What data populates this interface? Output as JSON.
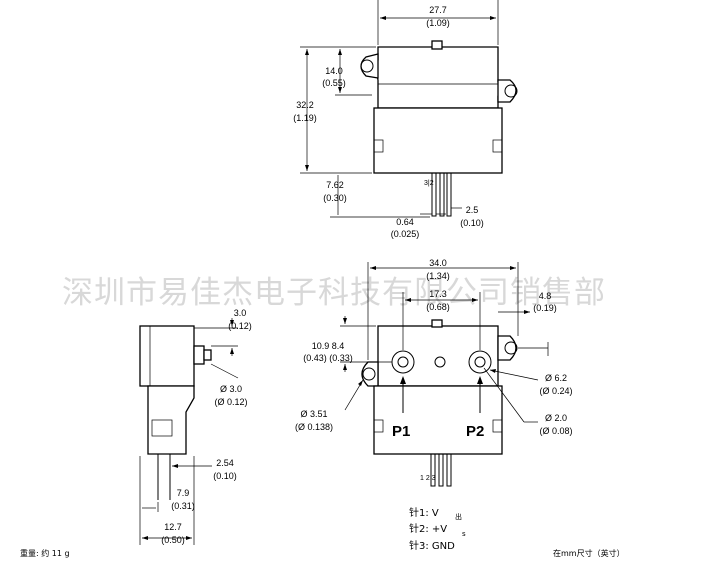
{
  "top_view": {
    "width_mm": "27.7",
    "width_in": "(1.09)",
    "upper_mm": "14.0",
    "upper_in": "(0.55)",
    "height_mm": "32.2",
    "height_in": "(1.19)",
    "pin_len_mm": "7.62",
    "pin_len_in": "(0.30)",
    "pin_no": "3|2",
    "pin_w_mm": "0.64",
    "pin_w_in": "(0.025)",
    "pin_pitch_mm": "2.5",
    "pin_pitch_in": "(0.10)"
  },
  "watermark": "深圳市易佳杰电子科技有限公司销售部",
  "front_view": {
    "width_mm": "34.0",
    "width_in": "(1.34)",
    "port_pitch_mm": "17.3",
    "port_pitch_in": "(0.68)",
    "ear_mm": "4.8",
    "ear_in": "(0.19)",
    "offsets_mm": "10.9  8.4",
    "offsets_in": "(0.43) (0.33)",
    "port_d_mm": "Ø 6.2",
    "port_d_in": "(Ø 0.24)",
    "bore_d_mm": "Ø 2.0",
    "bore_d_in": "(Ø 0.08)",
    "hole_d_mm": "Ø 3.51",
    "hole_d_in": "(Ø 0.138)",
    "p1": "P1",
    "p2": "P2",
    "pin_no": "1 2 3"
  },
  "side_view": {
    "top_mm": "3.0",
    "top_in": "(0.12)",
    "nozzle_d_mm": "Ø 3.0",
    "nozzle_d_in": "(Ø 0.12)",
    "pitch_mm": "2.54",
    "pitch_in": "(0.10)",
    "pin_off_mm": "7.9",
    "pin_off_in": "(0.31)",
    "depth_mm": "12.7",
    "depth_in": "(0.50)"
  },
  "pins": {
    "pin1": "针1:  V",
    "pin1_sub": "出",
    "pin2": "针2:  +V",
    "pin2_sub": "s",
    "pin3": "针3:  GND"
  },
  "footer": {
    "weight": "重量:  约  11  g",
    "units": "在mm尺寸（英寸）"
  }
}
